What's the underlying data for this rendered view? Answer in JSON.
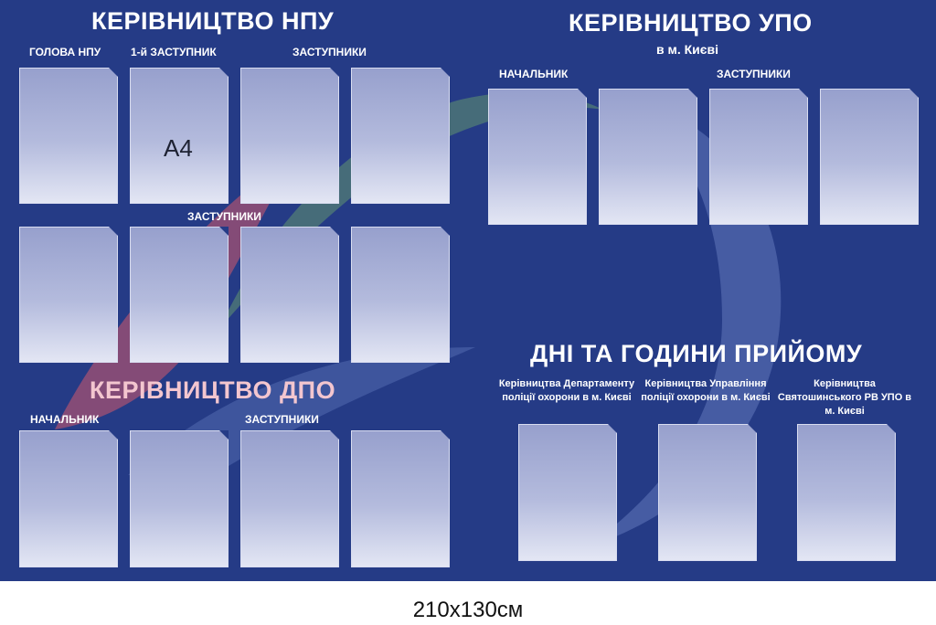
{
  "npu": {
    "title": "КЕРІВНИЦТВО НПУ",
    "head_label": "ГОЛОВА НПУ",
    "first_deputy_label": "1-й ЗАСТУПНИК",
    "deputies_label": "ЗАСТУПНИКИ",
    "deputies_label_2": "ЗАСТУПНИКИ",
    "pocket_size": "A4"
  },
  "upo": {
    "title": "КЕРІВНИЦТВО УПО",
    "subtitle": "в м. Києві",
    "chief_label": "НАЧАЛЬНИК",
    "deputies_label": "ЗАСТУПНИКИ"
  },
  "dpo": {
    "title": "КЕРІВНИЦТВО ДПО",
    "chief_label": "НАЧАЛЬНИК",
    "deputies_label": "ЗАСТУПНИКИ"
  },
  "reception": {
    "title": "ДНІ ТА ГОДИНИ ПРИЙОМУ",
    "captions": [
      "Керівництва Департаменту поліції охорони в м. Києві",
      "Керівництва Управління поліції охорони в м. Києві",
      "Керівництва Святошинського РВ УПО в м. Києві"
    ]
  },
  "dimensions": "210x130см",
  "colors": {
    "board": "#253b86",
    "pink_title": "#f3c6cf",
    "text": "#ffffff"
  }
}
